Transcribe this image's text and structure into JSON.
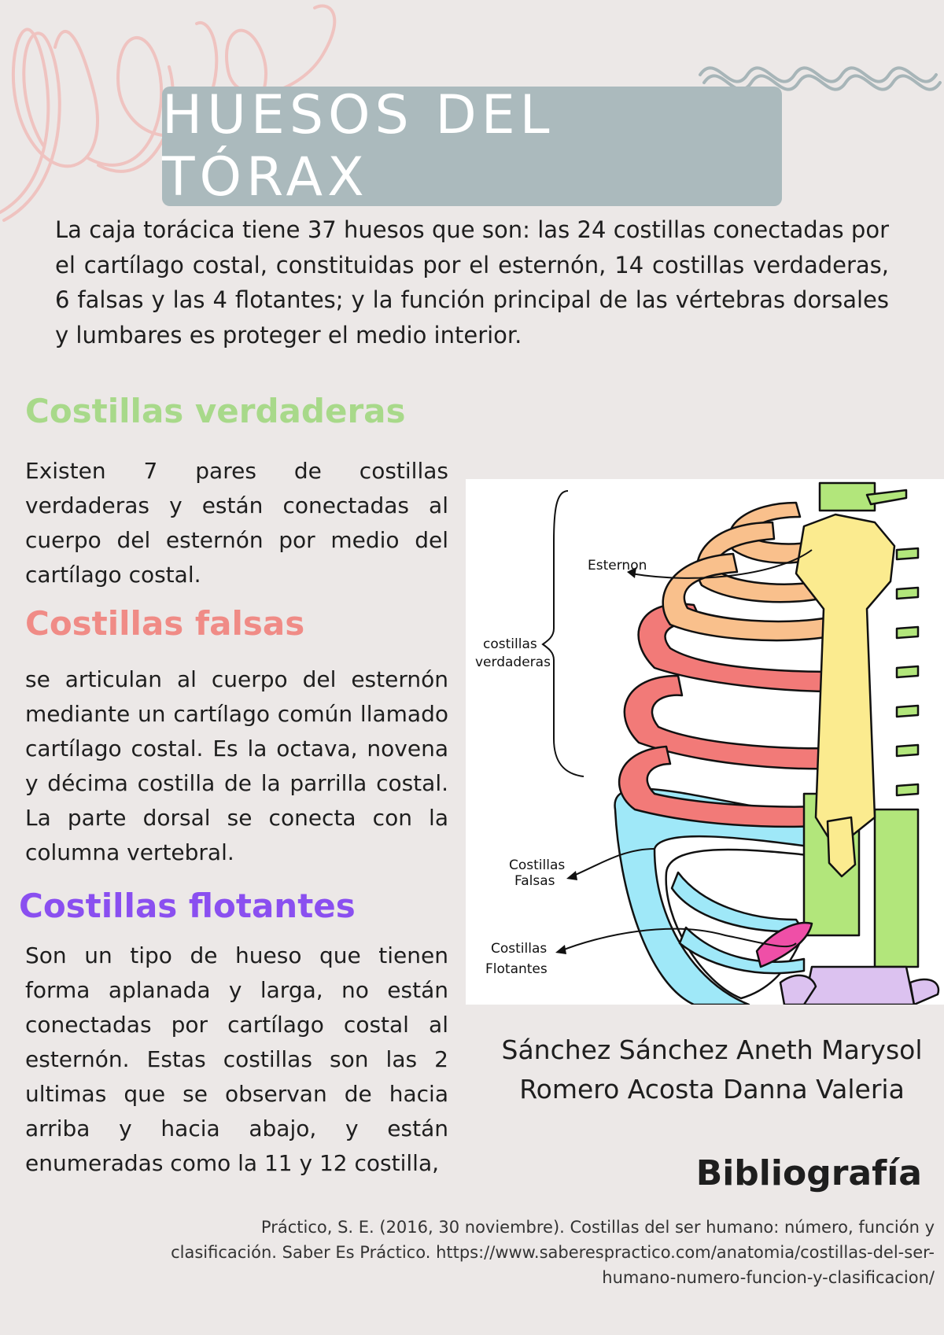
{
  "title": "HUESOS DEL TÓRAX",
  "intro": "La caja torácica tiene 37 huesos que son: las 24 costillas conectadas por el cartílago costal, constituidas por el esternón, 14 costillas verdaderas, 6 falsas y las 4 flotantes; y la función principal de las vértebras dorsales y lumbares es proteger el medio interior.",
  "sections": {
    "verdaderas": {
      "heading": "Costillas verdaderas",
      "text": "Existen 7 pares de costillas verdaderas y están conectadas al cuerpo del esternón por medio del cartílago costal.",
      "color": "#a8d98a"
    },
    "falsas": {
      "heading": "Costillas falsas",
      "text": "se articulan al cuerpo del esternón mediante un cartílago común llamado cartílago costal. Es la octava, novena y décima costilla de la parrilla costal. La parte dorsal se conecta con la columna vertebral.",
      "color": "#f08b86"
    },
    "flotantes": {
      "heading": "Costillas flotantes",
      "text": "Son un tipo de hueso que tienen forma aplanada y larga, no están conectadas por cartílago costal al esternón. Estas costillas son las 2 ultimas que se observan de hacia arriba y hacia abajo, y están enumeradas como la 11 y 12 costilla,",
      "color": "#8a4ff0"
    }
  },
  "illustration": {
    "labels": {
      "esternon": "Esternon",
      "verdaderas_1": "costillas",
      "verdaderas_2": "verdaderas",
      "falsas_1": "Costillas",
      "falsas_2": "Falsas",
      "flotantes_1": "Costillas",
      "flotantes_2": "Flotantes"
    },
    "colors": {
      "true_ribs": "#f9c08c",
      "false_ribs": "#f27a78",
      "floating_ribs": "#9fe8f8",
      "sternum": "#fbeb8f",
      "vertebrae": "#b2e67b",
      "pelvis": "#dcc2f0",
      "cartilage": "#ef4fa7"
    }
  },
  "authors": [
    "Sánchez Sánchez Aneth Marysol",
    "Romero Acosta Danna Valeria"
  ],
  "bibliography": {
    "title": "Bibliografía",
    "text": "Práctico, S. E. (2016, 30 noviembre). Costillas del ser humano: número, función y clasificación. Saber Es Práctico. https://www.saberespractico.com/anatomia/costillas-del-ser-humano-numero-funcion-y-clasificacion/"
  }
}
